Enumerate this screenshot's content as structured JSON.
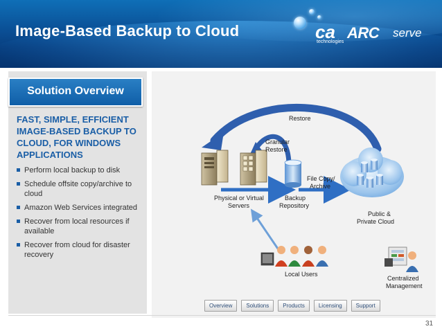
{
  "slide": {
    "title": "Image-Based Backup to Cloud",
    "page_number": "31"
  },
  "logo": {
    "ca": "ca",
    "ca_sub": "technologies",
    "arc": "ARC",
    "serve": "serve"
  },
  "sidebar": {
    "tab_label": "Solution Overview",
    "headline": "FAST, SIMPLE, EFFICIENT IMAGE-BASED BACKUP TO CLOUD, FOR WINDOWS APPLICATIONS",
    "bullets": [
      "Perform local backup to disk",
      "Schedule offsite copy/archive to cloud",
      "Amazon Web Services integrated",
      "Recover from local resources if available",
      "Recover from cloud for disaster recovery"
    ]
  },
  "diagram": {
    "restore": "Restore",
    "granular_restore_line1": "Granular",
    "granular_restore_line2": "Restore",
    "file_copy_line1": "File Copy/",
    "file_copy_line2": "Archive",
    "servers_line1": "Physical or Virtual",
    "servers_line2": "Servers",
    "repo_line1": "Backup",
    "repo_line2": "Repository",
    "cloud_line1": "Public &",
    "cloud_line2": "Private Cloud",
    "local_users": "Local Users",
    "mgmt_line1": "Centralized",
    "mgmt_line2": "Management"
  },
  "nav": {
    "tabs": [
      "Overview",
      "Solutions",
      "Products",
      "Licensing",
      "Support"
    ]
  },
  "colors": {
    "banner": "#0a4f95",
    "accent_blue": "#1a5ea6",
    "arrow_blue": "#2f6fc4"
  }
}
